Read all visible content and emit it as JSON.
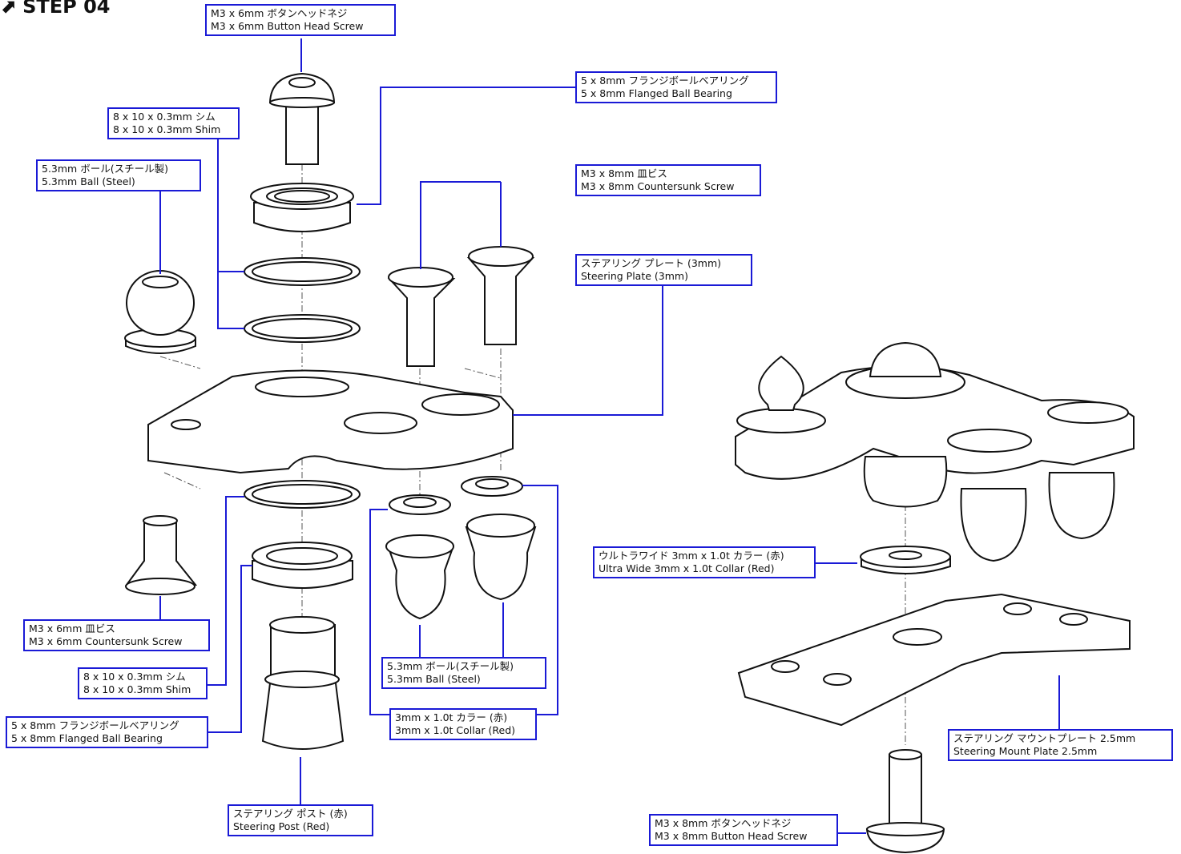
{
  "step": {
    "arrow_glyph": "⬈",
    "title": "STEP 04"
  },
  "colors": {
    "leader": "#1a1ad6",
    "line": "#111111"
  },
  "labels": {
    "top_screw": {
      "jp": "M3 x 6mm ボタンヘッドネジ",
      "en": "M3 x 6mm Button Head Screw"
    },
    "top_bearing": {
      "jp": "5 x 8mm フランジボールベアリング",
      "en": "5 x 8mm Flanged Ball Bearing"
    },
    "top_shim": {
      "jp": "8 x 10 x 0.3mm シム",
      "en": "8 x 10 x 0.3mm Shim"
    },
    "ball_left": {
      "jp": "5.3mm ボール(スチール製)",
      "en": "5.3mm Ball (Steel)"
    },
    "cs_screw_8": {
      "jp": "M3 x 8mm 皿ビス",
      "en": "M3 x 8mm Countersunk Screw"
    },
    "plate": {
      "jp": "ステアリング プレート (3mm)",
      "en": "Steering Plate (3mm)"
    },
    "cs_screw_6": {
      "jp": "M3 x 6mm 皿ビス",
      "en": "M3 x 6mm Countersunk Screw"
    },
    "shim_low": {
      "jp": "8 x 10 x 0.3mm シム",
      "en": "8 x 10 x 0.3mm Shim"
    },
    "bearing_low": {
      "jp": "5 x 8mm フランジボールベアリング",
      "en": "5 x 8mm Flanged Ball Bearing"
    },
    "post": {
      "jp": "ステアリング ポスト (赤)",
      "en": "Steering Post (Red)"
    },
    "ball_right": {
      "jp": "5.3mm ボール(スチール製)",
      "en": "5.3mm Ball (Steel)"
    },
    "collar": {
      "jp": "3mm x 1.0t カラー (赤)",
      "en": "3mm x 1.0t Collar (Red)"
    },
    "uw_collar": {
      "jp": "ウルトラワイド 3mm x 1.0t カラー (赤)",
      "en": "Ultra Wide 3mm x 1.0t Collar (Red)"
    },
    "mount_plate": {
      "jp": "ステアリング マウントプレート 2.5mm",
      "en": "Steering Mount Plate 2.5mm"
    },
    "bh_screw_8": {
      "jp": "M3 x 8mm ボタンヘッドネジ",
      "en": "M3 x 8mm Button Head Screw"
    }
  }
}
